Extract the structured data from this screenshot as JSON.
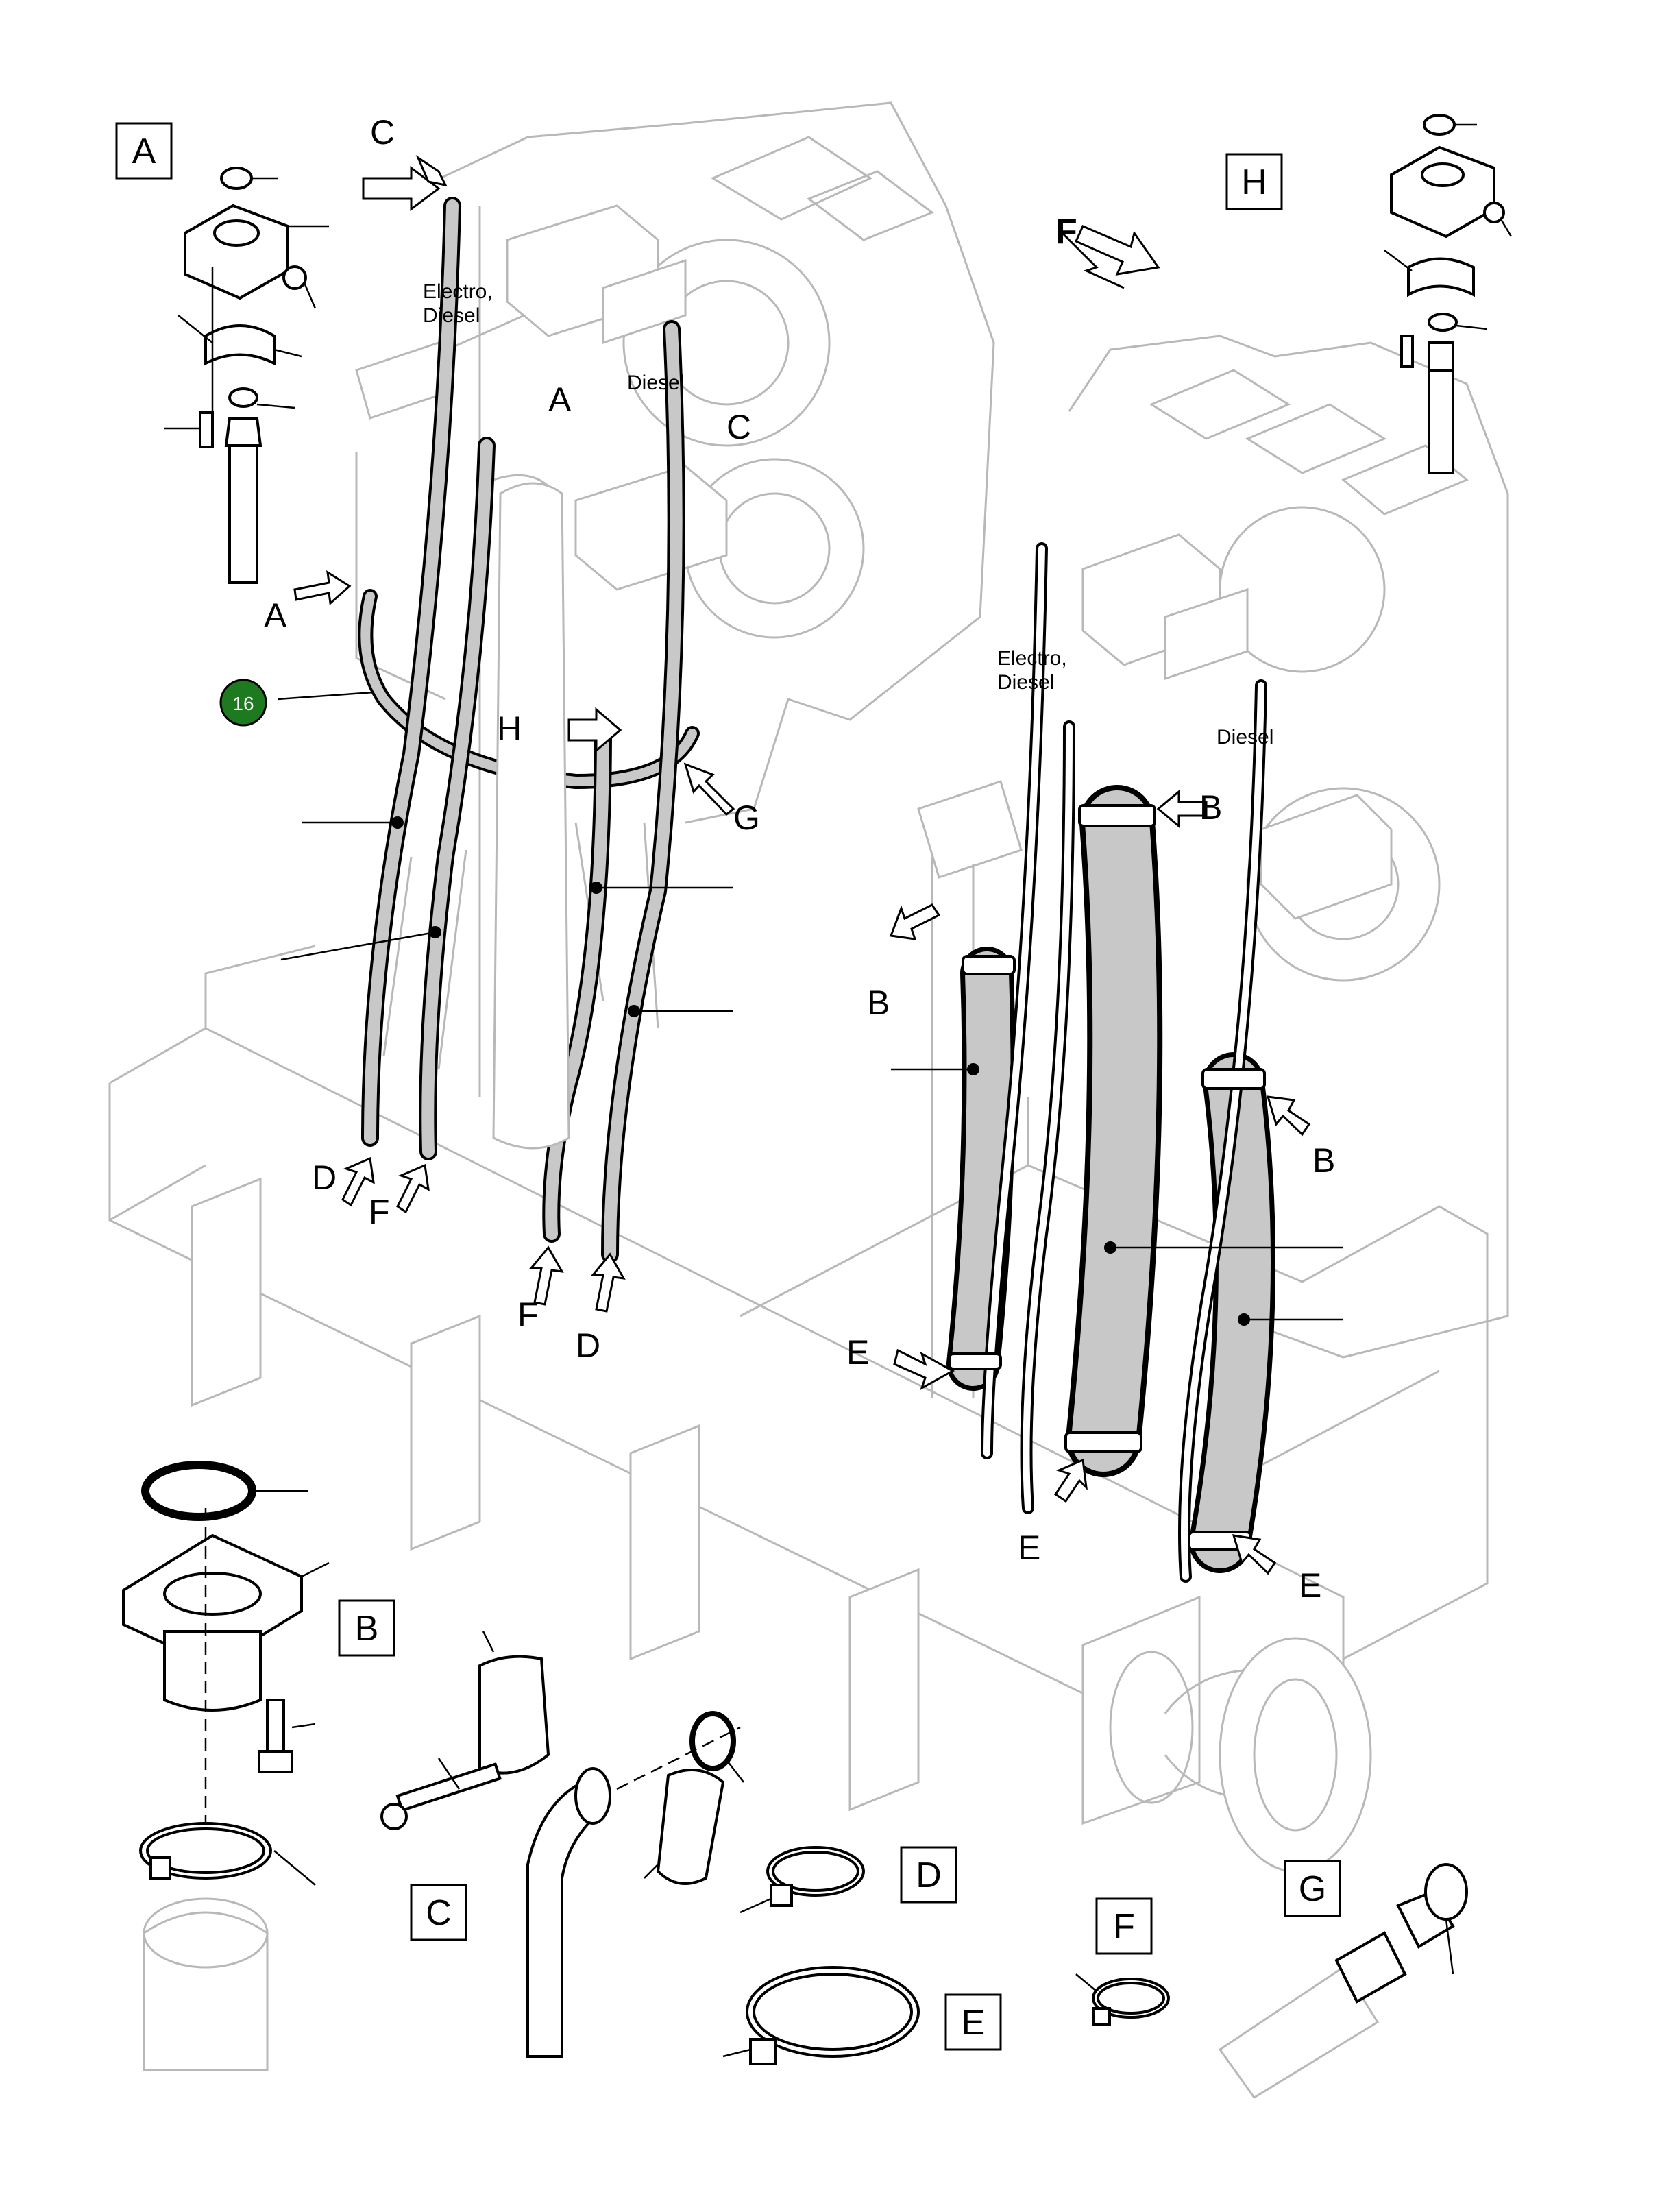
{
  "detail_boxes": [
    {
      "id": "box-A",
      "label": "A"
    },
    {
      "id": "box-H",
      "label": "H"
    },
    {
      "id": "box-B",
      "label": "B"
    },
    {
      "id": "box-C",
      "label": "C"
    },
    {
      "id": "box-D",
      "label": "D"
    },
    {
      "id": "box-E",
      "label": "E"
    },
    {
      "id": "box-F",
      "label": "F"
    },
    {
      "id": "box-G",
      "label": "G"
    }
  ],
  "direction_marker": "F",
  "position_marker": {
    "number": "16",
    "color": "#1e7a1e"
  },
  "notes": {
    "electro_diesel_left": [
      "Electro,",
      "Diesel"
    ],
    "diesel_left": "Diesel",
    "electro_diesel_right": [
      "Electro,",
      "Diesel"
    ],
    "diesel_right": "Diesel"
  },
  "callouts": {
    "c_top": "C",
    "c_right": "C",
    "a_upper": "A",
    "a_left": "A",
    "h_mid": "H",
    "g_mid": "G",
    "d_left": "D",
    "f_left": "F",
    "f_mid": "F",
    "d_mid": "D",
    "b_right_upper": "B",
    "b_right_left": "B",
    "b_right_lower": "B",
    "e_left": "E",
    "e_mid": "E",
    "e_right": "E"
  },
  "hose_fill_color": "#c8c8c8"
}
